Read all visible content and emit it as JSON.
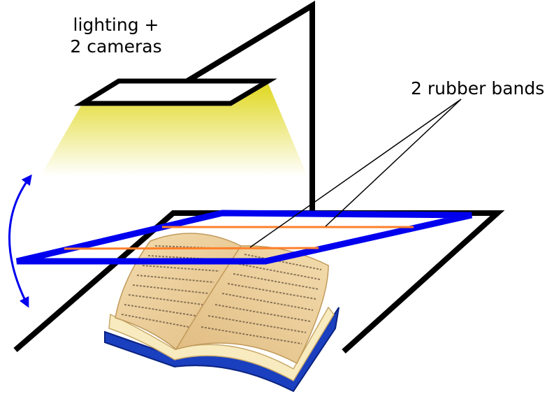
{
  "labels": {
    "lighting_line1": "lighting +",
    "lighting_line2": "2 cameras",
    "rubber_bands": "2 rubber bands"
  },
  "colors": {
    "frame": "#000000",
    "glass_frame": "#0000ee",
    "rubber_band": "#ff7f2a",
    "light_beam": "#e0d820",
    "arrow": "#0000ee",
    "book_cover": "#1a3fbf",
    "page_edge": "#f6e7b8",
    "page_face": "#e8c994"
  },
  "icons": {
    "rotation_arrow": "curved-double-arrow-icon",
    "book": "open-book-icon"
  }
}
